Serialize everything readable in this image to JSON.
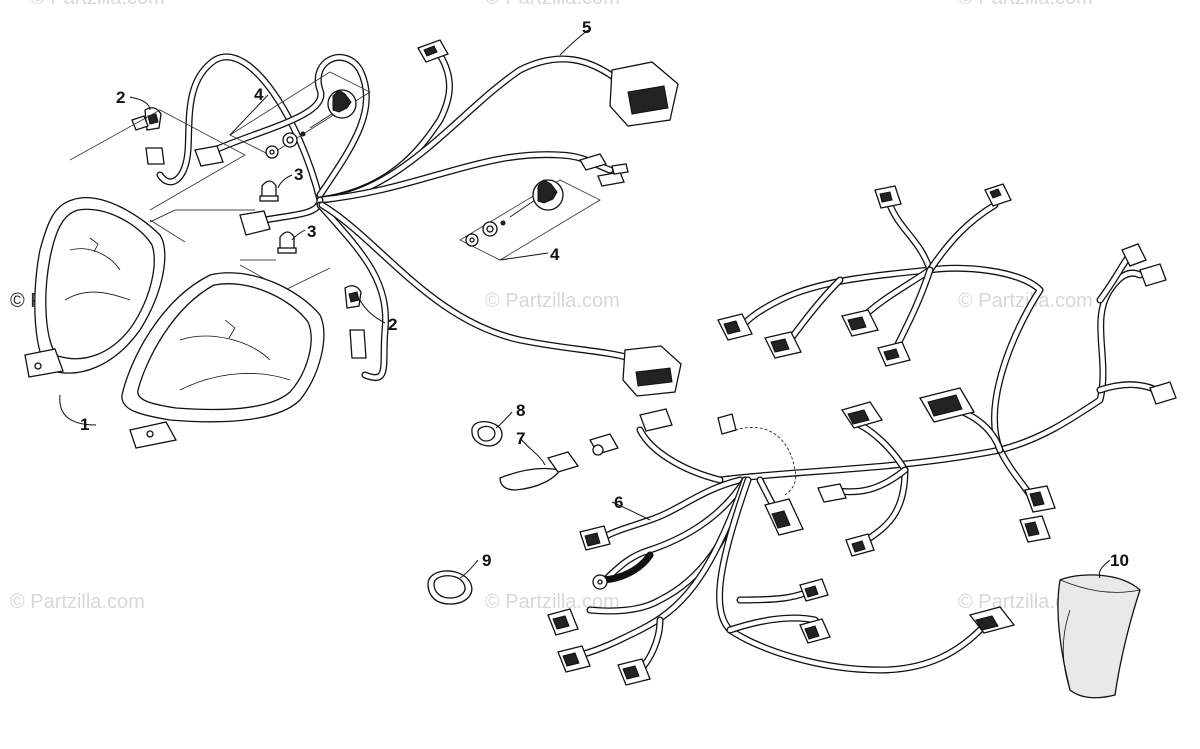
{
  "watermarks": [
    "© Partzilla.com",
    "© Partzilla.com",
    "© Partzilla.com",
    "© Partzilla.com",
    "© Partzilla.com",
    "© Partzilla.com",
    "© Partzilla.com",
    "© Partzilla.com",
    "© Partzilla.com"
  ],
  "callouts": [
    {
      "label": "1",
      "part": "headlight assembly"
    },
    {
      "label": "2",
      "part": "bulb socket (left)"
    },
    {
      "label": "2",
      "part": "bulb socket (right)"
    },
    {
      "label": "3",
      "part": "bulb (upper)"
    },
    {
      "label": "3",
      "part": "bulb (lower)"
    },
    {
      "label": "4",
      "part": "adjuster kit (upper)"
    },
    {
      "label": "4",
      "part": "adjuster kit (lower)"
    },
    {
      "label": "5",
      "part": "headlight harness"
    },
    {
      "label": "6",
      "part": "main wiring harness"
    },
    {
      "label": "7",
      "part": "fuse holder"
    },
    {
      "label": "8",
      "part": "clamp"
    },
    {
      "label": "9",
      "part": "clamp"
    },
    {
      "label": "10",
      "part": "sleeve"
    }
  ]
}
